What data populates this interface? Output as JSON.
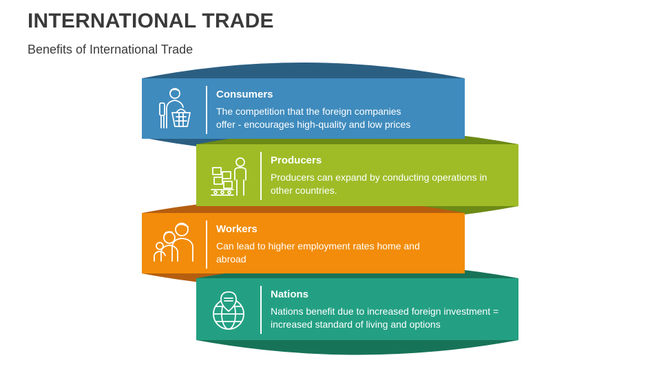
{
  "slide": {
    "title": "INTERNATIONAL TRADE",
    "subtitle": "Benefits of International Trade"
  },
  "cards": [
    {
      "heading": "Consumers",
      "description": "The competition that the foreign companies offer - encourages high-quality and low prices",
      "color": "#3f8bbd",
      "dark_color": "#2b5f82",
      "icon": "shopper-with-basket-icon"
    },
    {
      "heading": "Producers",
      "description": "Producers can expand by conducting operations in other countries.",
      "color": "#9fbc27",
      "dark_color": "#6d8a16",
      "icon": "worker-with-boxes-icon"
    },
    {
      "heading": "Workers",
      "description": "Can lead to higher employment rates home and abroad",
      "color": "#f28c0a",
      "dark_color": "#b55e10",
      "icon": "people-group-icon"
    },
    {
      "heading": "Nations",
      "description": "Nations benefit due to increased foreign investment = increased standard of living and options",
      "color": "#23a083",
      "dark_color": "#177358",
      "icon": "globe-location-icon"
    }
  ]
}
